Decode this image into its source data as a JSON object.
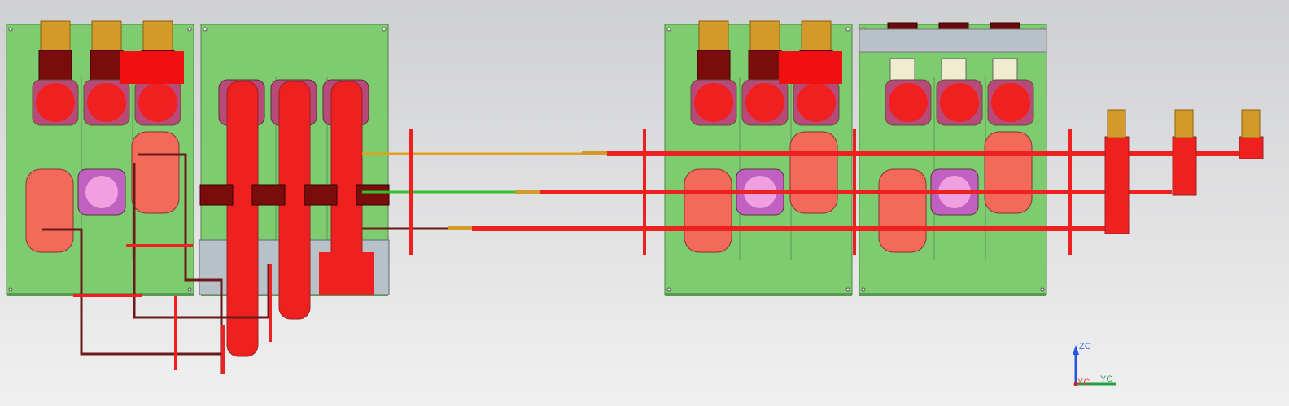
{
  "viewport": {
    "triad": {
      "z_label": "ZC",
      "y_label": "YC",
      "x_label": "XC"
    }
  },
  "colors": {
    "panel": "#7ecb70",
    "busbar": "#ee2020",
    "copper": "#d39a2a",
    "dark_block": "#7a0c0c",
    "phase_a": "#e0a020",
    "phase_b": "#30c030",
    "phase_c": "#6a1a1a",
    "tray": "#b8c0c8",
    "axis_z": "#2a55e0",
    "axis_y": "#20a040",
    "axis_x": "#d02020"
  }
}
